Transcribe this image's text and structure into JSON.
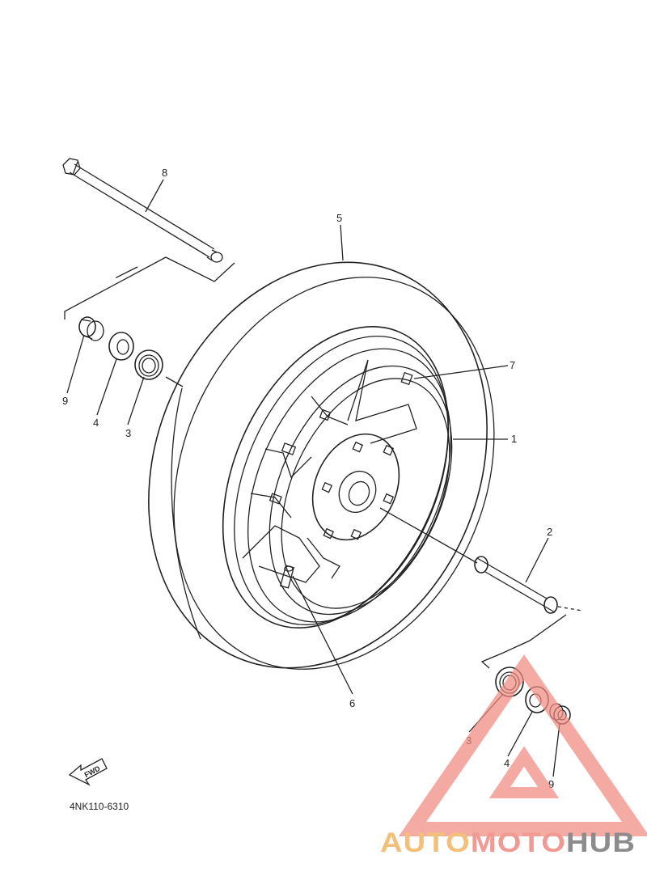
{
  "diagram": {
    "code": "4NK110-6310",
    "fwd_label": "FWD",
    "callouts": [
      "8",
      "5",
      "7",
      "1",
      "2",
      "9",
      "4",
      "3",
      "6",
      "3",
      "4",
      "9"
    ]
  },
  "watermark": {
    "part1": "AUTO",
    "part2": "MOTO",
    "part3": "HUB",
    "colors": {
      "auto": "#f3c07a",
      "moto": "#f09a93",
      "hub": "#8c8c8c",
      "logo": "#f08a80"
    }
  }
}
